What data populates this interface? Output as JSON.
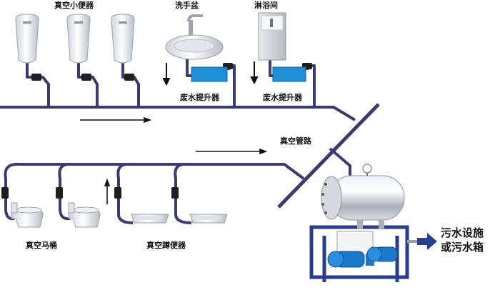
{
  "labels": {
    "urinal": "真空小便器",
    "basin": "洗手盆",
    "shower": "淋浴间",
    "lifter1": "废水提升器",
    "lifter2": "废水提升器",
    "pipeline": "真空管路",
    "toilet": "真空马桶",
    "squat": "真空蹲便器",
    "outlet_line1": "污水设施",
    "outlet_line2": "或污水箱"
  },
  "colors": {
    "pipe": "#3d3a6e",
    "valve": "#1e1e1e",
    "lifter": "#1f8fd8",
    "outlet_arrow": "#2b3f8f",
    "frame": "#2a3d8a",
    "tank": "#c9ced6"
  },
  "icons": [
    "urinal-icon",
    "wash-basin-icon",
    "shower-cabin-icon",
    "lifter-box-icon",
    "toilet-icon",
    "squat-toilet-icon",
    "vacuum-station-icon",
    "gauge-icon",
    "pump-icon",
    "flow-arrow-icon"
  ]
}
